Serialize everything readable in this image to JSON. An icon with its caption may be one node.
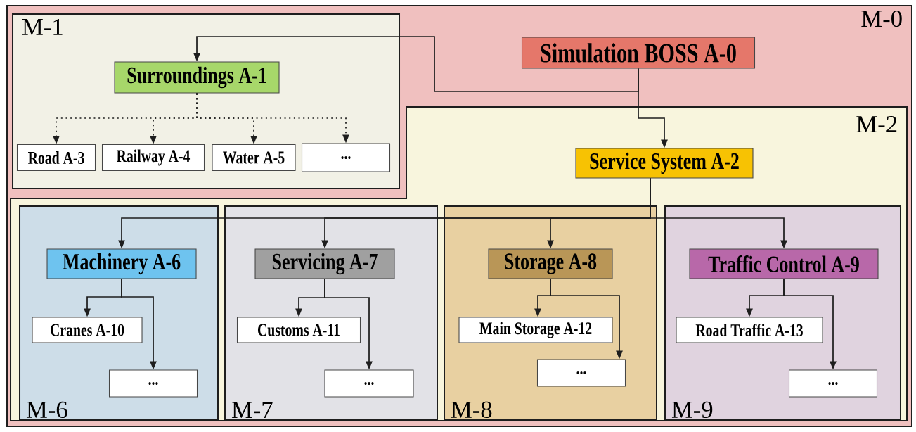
{
  "diagram": {
    "nodes": [
      {
        "text": [
          "M-0"
        ]
      },
      {
        "text": [
          "Simulation BOSS A-0"
        ],
        "in": 0
      },
      {
        "text": [
          "M-1"
        ],
        "in": 0
      },
      {
        "text": [
          "Surroundings A-1"
        ],
        "in": 2
      },
      {
        "text": [
          "Road A-3"
        ],
        "in": 2
      },
      {
        "text": [
          "Railway A-4"
        ],
        "in": 2
      },
      {
        "text": [
          "Water A-5"
        ],
        "in": 2
      },
      {
        "text": [
          "..."
        ],
        "in": 2
      },
      {
        "text": [
          "M-2"
        ],
        "in": 0
      },
      {
        "text": [
          "Service System A-2"
        ],
        "in": 8
      },
      {
        "text": [
          "M-6"
        ],
        "in": 8
      },
      {
        "text": [
          "Machinery A-6"
        ],
        "in": 10
      },
      {
        "text": [
          "Cranes A-10"
        ],
        "in": 10
      },
      {
        "text": [
          "..."
        ],
        "in": 10
      },
      {
        "text": [
          "M-7"
        ],
        "in": 8
      },
      {
        "text": [
          "Servicing A-7"
        ],
        "in": 14
      },
      {
        "text": [
          "Customs A-11"
        ],
        "in": 14
      },
      {
        "text": [
          "..."
        ],
        "in": 14
      },
      {
        "text": [
          "M-8"
        ],
        "in": 8
      },
      {
        "text": [
          "Storage A-8"
        ],
        "in": 18
      },
      {
        "text": [
          "Main Storage A-12"
        ],
        "in": 18
      },
      {
        "text": [
          "..."
        ],
        "in": 18
      },
      {
        "text": [
          "M-9"
        ],
        "in": 8
      },
      {
        "text": [
          "Traffic Control A-9"
        ],
        "in": 22
      },
      {
        "text": [
          "Road Traffic A-13"
        ],
        "in": 22
      },
      {
        "text": [
          "..."
        ],
        "in": 22
      }
    ],
    "edges": [
      {
        "from": 1,
        "to": 3,
        "arrow": "to"
      },
      {
        "from": 1,
        "to": 9,
        "arrow": "to"
      },
      {
        "from": 3,
        "to": 4,
        "arrow": "to",
        "style": "dashed"
      },
      {
        "from": 3,
        "to": 5,
        "arrow": "to",
        "style": "dashed"
      },
      {
        "from": 3,
        "to": 6,
        "arrow": "to",
        "style": "dashed"
      },
      {
        "from": 3,
        "to": 7,
        "arrow": "to",
        "style": "dashed"
      },
      {
        "from": 9,
        "to": 11,
        "arrow": "to"
      },
      {
        "from": 9,
        "to": 15,
        "arrow": "to"
      },
      {
        "from": 9,
        "to": 19,
        "arrow": "to"
      },
      {
        "from": 9,
        "to": 23,
        "arrow": "to"
      },
      {
        "from": 11,
        "to": 12,
        "arrow": "to"
      },
      {
        "from": 11,
        "to": 13,
        "arrow": "to"
      },
      {
        "from": 15,
        "to": 16,
        "arrow": "to"
      },
      {
        "from": 15,
        "to": 17,
        "arrow": "to"
      },
      {
        "from": 19,
        "to": 20,
        "arrow": "to"
      },
      {
        "from": 19,
        "to": 21,
        "arrow": "to"
      },
      {
        "from": 23,
        "to": 24,
        "arrow": "to"
      },
      {
        "from": 23,
        "to": 25,
        "arrow": "to"
      }
    ]
  }
}
